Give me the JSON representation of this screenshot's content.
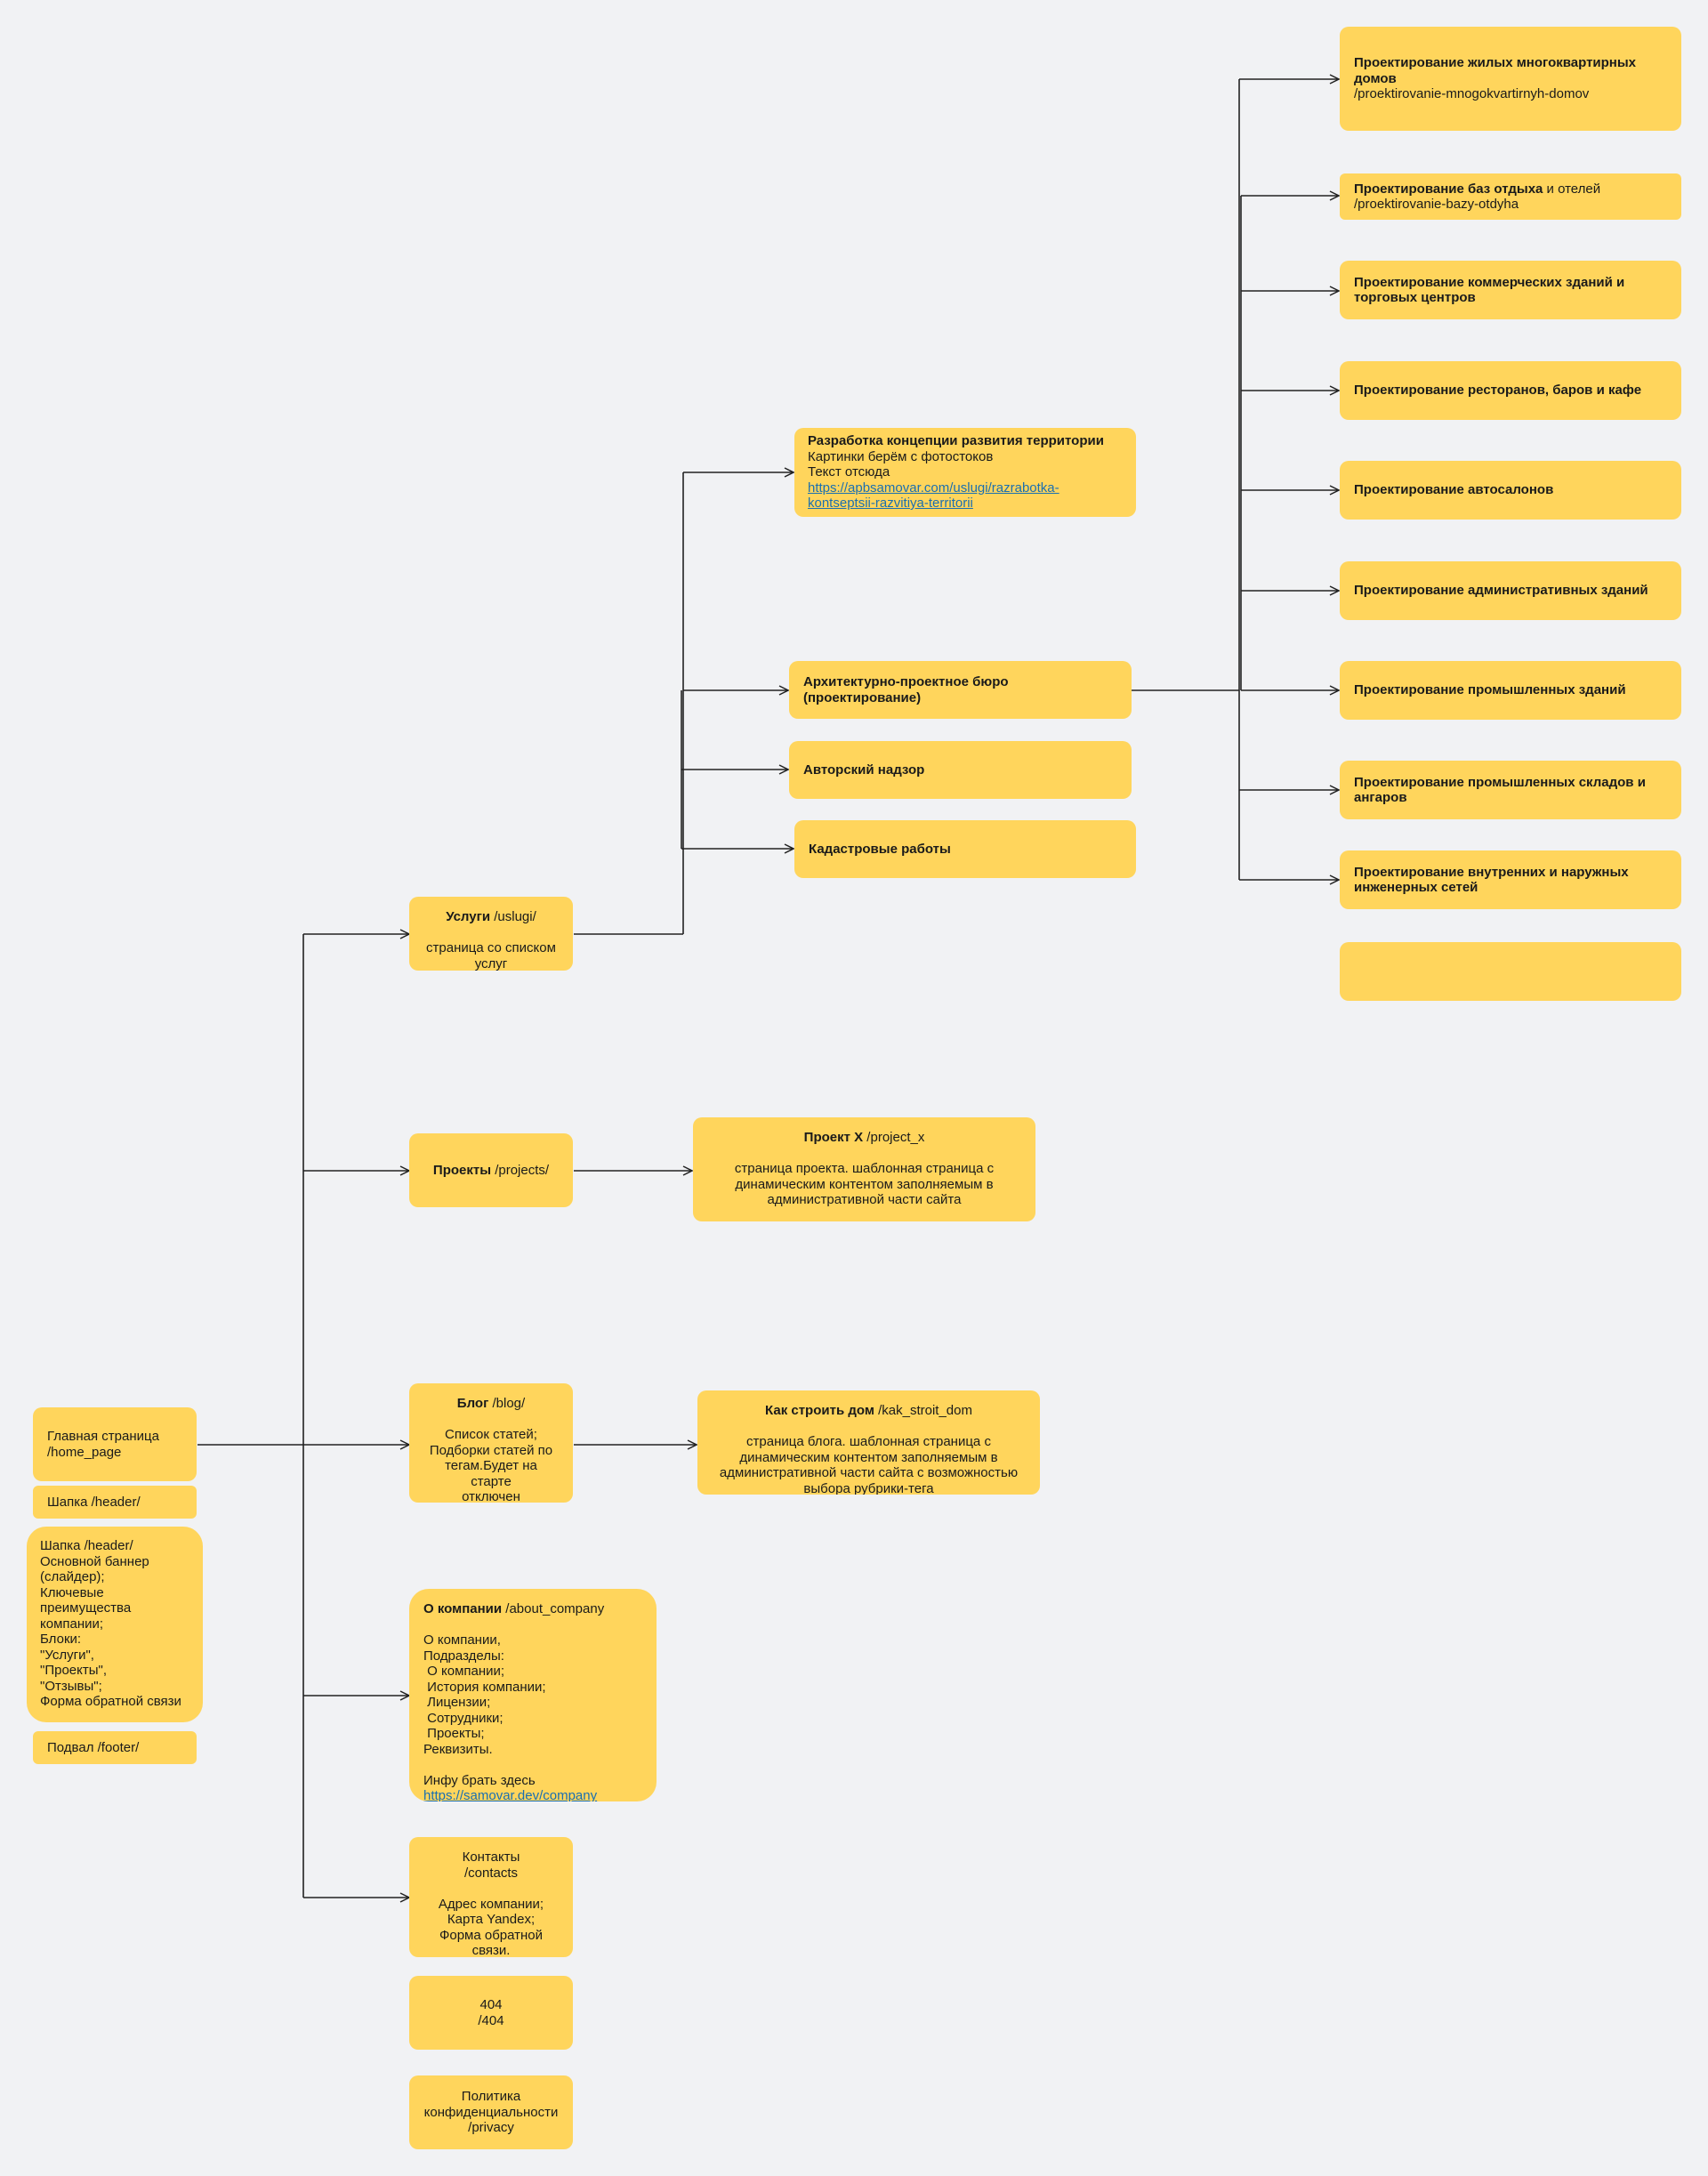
{
  "cards": {
    "home": {
      "l1": "Главная страница",
      "l2": "/home_page"
    },
    "header": {
      "l1": "Шапка /header/"
    },
    "home_content": {
      "lines": [
        "Шапка /header/",
        "Основной баннер",
        "(слайдер);",
        "Ключевые",
        "преимущества",
        "компании;",
        "Блоки:",
        "\"Услуги\",",
        "\"Проекты\",",
        "\"Отзывы\";",
        "Форма обратной связи"
      ]
    },
    "footer": {
      "l1": "Подвал /footer/"
    },
    "uslugi": {
      "title": "Услуги",
      "path": " /uslugi/",
      "d1": "страница со списком",
      "d2": "услуг"
    },
    "projects": {
      "title": "Проекты",
      "path": " /projects/"
    },
    "blog": {
      "title": "Блог",
      "path": " /blog/",
      "d1": "Список статей;",
      "d2": "Подборки статей по",
      "d3": "тегам.Будет на старте",
      "d4": "отключен"
    },
    "about": {
      "title": "О компании",
      "path": " /about_company",
      "lines": [
        "О компании,",
        "Подразделы:",
        " О компании;",
        " История компании;",
        " Лицензии;",
        " Сотрудники;",
        " Проекты;",
        "Реквизиты."
      ],
      "info": "Инфу брать здесь",
      "link": "https://samovar.dev/company"
    },
    "contacts": {
      "l1": "Контакты",
      "l2": "/contacts",
      "d1": "Адрес компании;",
      "d2": "Карта Yandex;",
      "d3": "Форма обратной",
      "d4": "связи."
    },
    "p404": {
      "l1": "404",
      "l2": "/404"
    },
    "privacy": {
      "l1": "Политика",
      "l2": "конфиденциальности",
      "l3": "/privacy"
    },
    "concept": {
      "title": "Разработка концепции развития территории",
      "l1": "Картинки берём с фотостоков",
      "l2": "Текст отсюда",
      "link1": "https://apbsamovar.com/uslugi/razrabotka-",
      "link2": "kontseptsii-razvitiya-territorii"
    },
    "arch": {
      "t1": "Архитектурно-проектное бюро",
      "t2": "(проектирование)"
    },
    "nadzor": {
      "title": "Авторский надзор"
    },
    "kadastr": {
      "title": "Кадастровые работы"
    },
    "project_x": {
      "title": "Проект X",
      "path": " /project_x",
      "d1": "страница проекта. шаблонная страница с",
      "d2": "динамическим контентом заполняемым в",
      "d3": "административной части сайта"
    },
    "kak_stroit": {
      "title": "Как строить дом",
      "path": " /kak_stroit_dom",
      "d1": "страница блога. шаблонная страница с",
      "d2": "динамическим контентом заполняемым в",
      "d3": "административной части сайта с возможностью",
      "d4": "выбора рубрики-тега"
    },
    "zhilye": {
      "t1": "Проектирование жилых многоквартирных",
      "t2": "домов",
      "path": "/proektirovanie-mnogokvartirnyh-domov"
    },
    "bazy": {
      "title": "Проектирование баз отдыха",
      "rest": " и отелей",
      "path": "/proektirovanie-bazy-otdyha"
    },
    "kommerch": {
      "t1": "Проектирование коммерческих зданий и",
      "t2": "торговых центров"
    },
    "restorany": {
      "title": "Проектирование ресторанов, баров и кафе"
    },
    "avtosalony": {
      "title": "Проектирование автосалонов"
    },
    "admin": {
      "title": "Проектирование административных зданий"
    },
    "prom": {
      "title": "Проектирование промышленных зданий"
    },
    "sklady": {
      "t1": "Проектирование промышленных складов и",
      "t2": "ангаров"
    },
    "seti": {
      "t1": "Проектирование внутренних и наружных",
      "t2": "инженерных сетей"
    },
    "empty": {}
  }
}
